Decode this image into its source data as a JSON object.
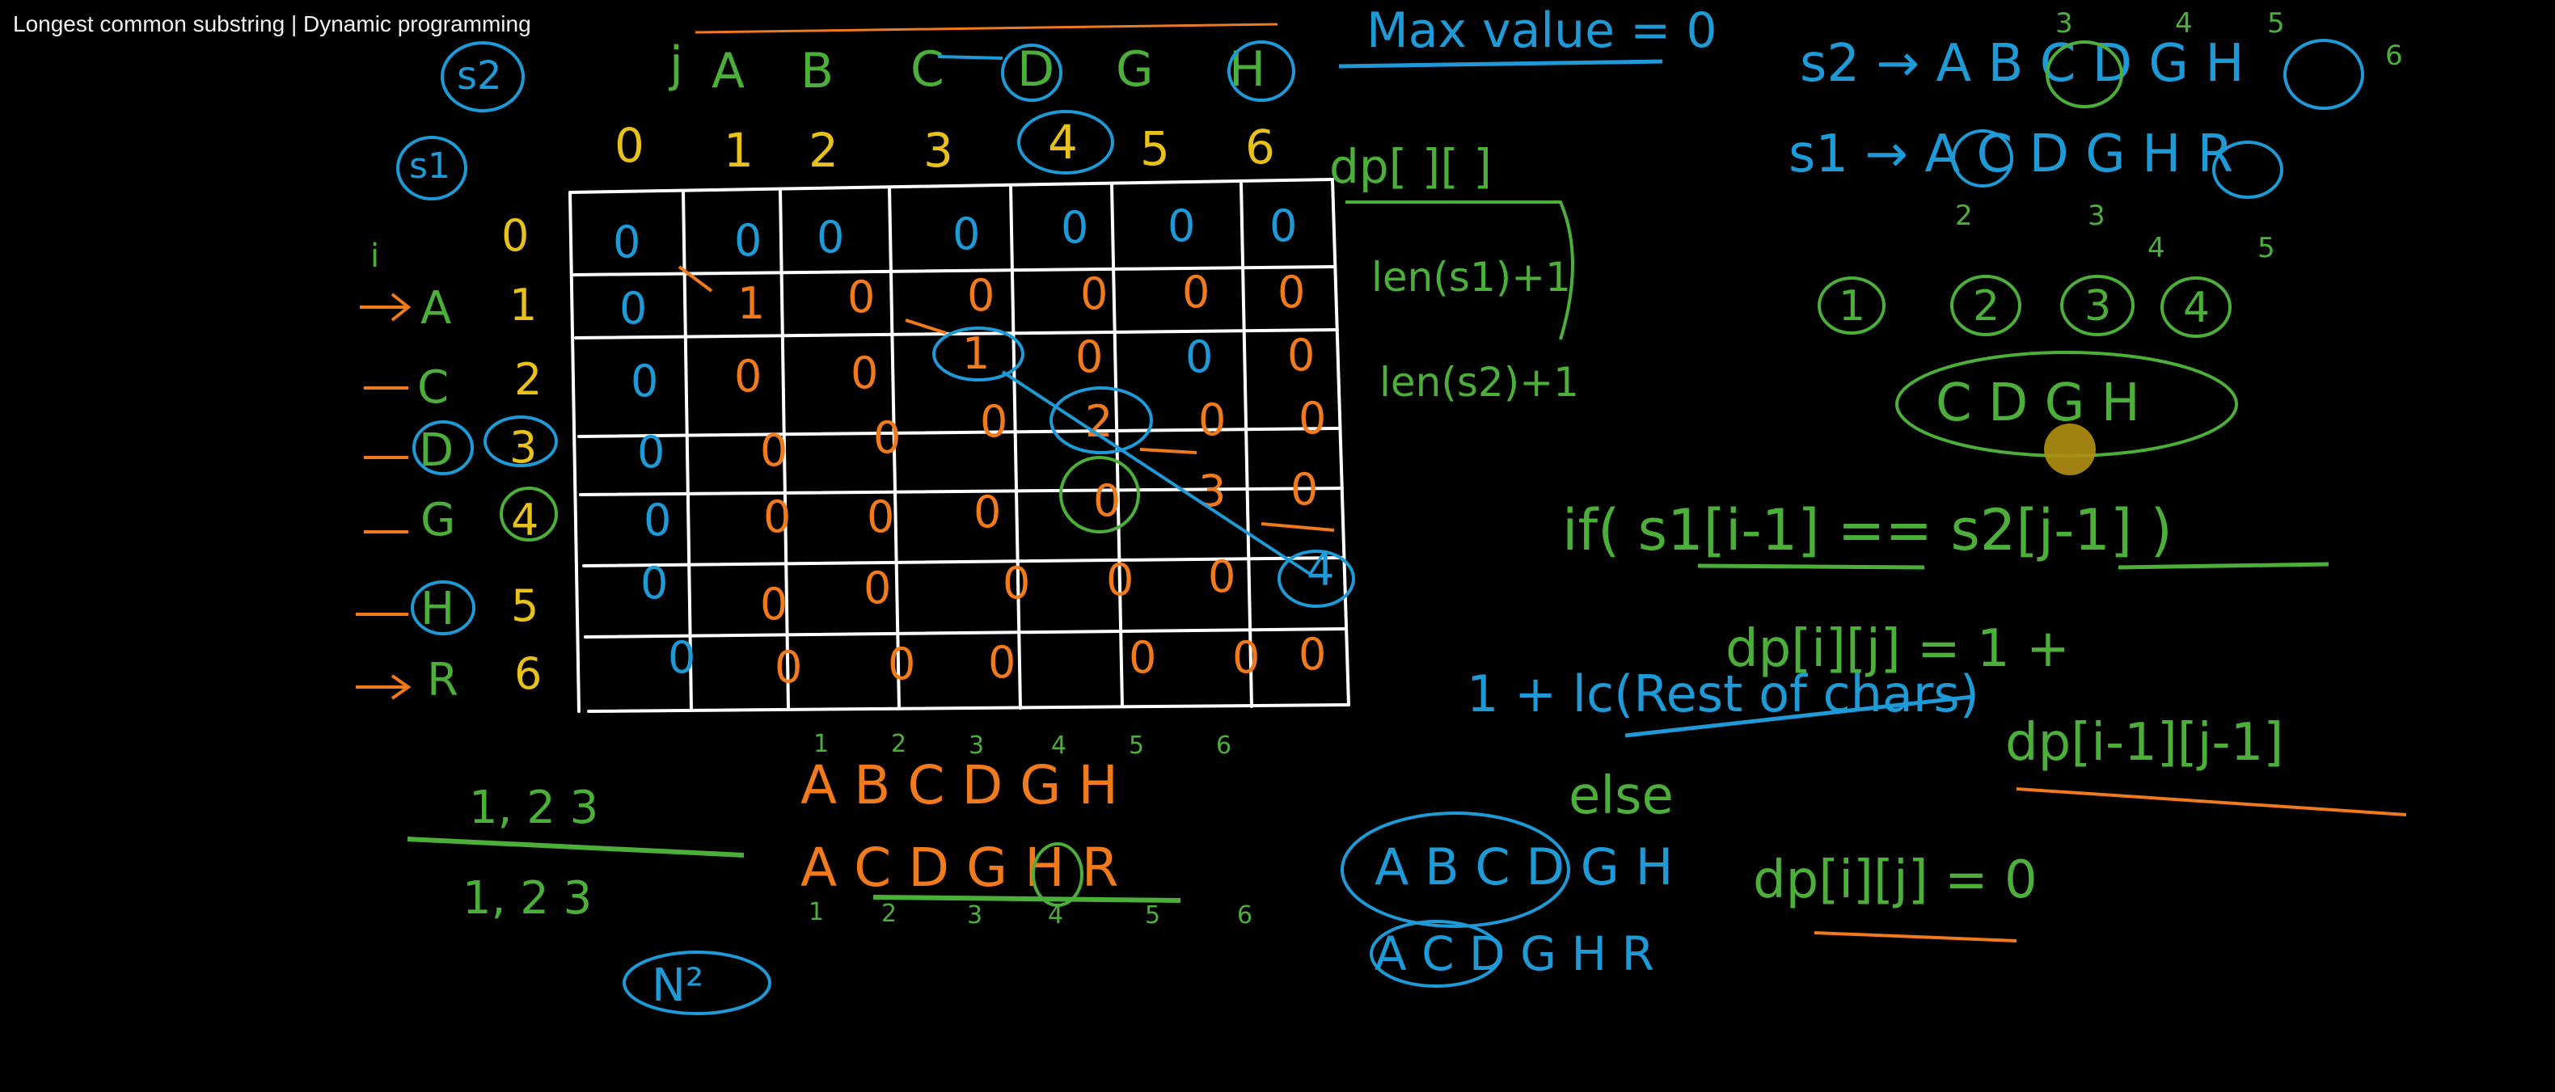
{
  "video": {
    "title": "Longest common substring | Dynamic programming"
  },
  "colors": {
    "background": "#000000",
    "grid": "#ffffff",
    "green": "#4caf3a",
    "blue": "#1e9bd7",
    "orange": "#f07a1c",
    "yellow": "#e8c21a",
    "pointer": "#b38f12"
  },
  "board": {
    "s2_label": "s2",
    "s1_label": "s1",
    "j_label": "j",
    "i_label": "i",
    "s2_chars": [
      "A",
      "B",
      "C",
      "D",
      "G",
      "H"
    ],
    "col_indices": [
      "0",
      "1",
      "2",
      "3",
      "4",
      "5",
      "6"
    ],
    "s1_chars": [
      "A",
      "C",
      "D",
      "G",
      "H",
      "R"
    ],
    "row_indices": [
      "0",
      "1",
      "2",
      "3",
      "4",
      "5",
      "6"
    ],
    "table_cells": [
      [
        "0",
        "0",
        "0",
        "0",
        "0",
        "0",
        "0"
      ],
      [
        "0",
        "1",
        "0",
        "0",
        "0",
        "0",
        "0"
      ],
      [
        "0",
        "0",
        "0",
        "1",
        "0",
        "0",
        "0"
      ],
      [
        "0",
        "0",
        "0",
        "0",
        "2",
        "0",
        "0"
      ],
      [
        "0",
        "0",
        "0",
        "0",
        "0",
        "3",
        "0"
      ],
      [
        "0",
        "0",
        "0",
        "0",
        "0",
        "0",
        "4"
      ],
      [
        "0",
        "0",
        "0",
        "0",
        "0",
        "0",
        "0"
      ]
    ],
    "max_value_note": "Max value = 0",
    "dp_decl": "dp[ ][ ]",
    "dim1": "len(s1)+1",
    "dim2": "len(s2)+1",
    "right_s2": "s2 → A B C D G H",
    "right_s2_indices": [
      "3",
      "4",
      "5",
      "6"
    ],
    "right_s1": "s1 → A C D G H R",
    "right_s1_indices": [
      "2",
      "3",
      "4",
      "5"
    ],
    "circled_counts": [
      "1",
      "2",
      "3",
      "4"
    ],
    "substring": "C D G H",
    "condition": "if( s1[i-1] == s2[j-1] )",
    "assign_match": "dp[i][j] = 1 +",
    "note_rest": "1 + lc(Rest of chars)",
    "diag_ref": "dp[i-1][j-1]",
    "else_kw": "else",
    "assign_zero": "dp[i][j] = 0",
    "left_seq_top": "1, 2 3",
    "left_seq_bottom": "1, 2 3",
    "under_s2": "A B C D G H",
    "under_s2_indices": [
      "1",
      "2",
      "3",
      "4",
      "5",
      "6"
    ],
    "under_s1": "A C D G H R",
    "under_s1_indices": [
      "1",
      "2",
      "3",
      "4",
      "5",
      "6"
    ],
    "complexity": "N²",
    "bottom_s1": "A B C D G H",
    "bottom_s2": "A C D G H R"
  }
}
